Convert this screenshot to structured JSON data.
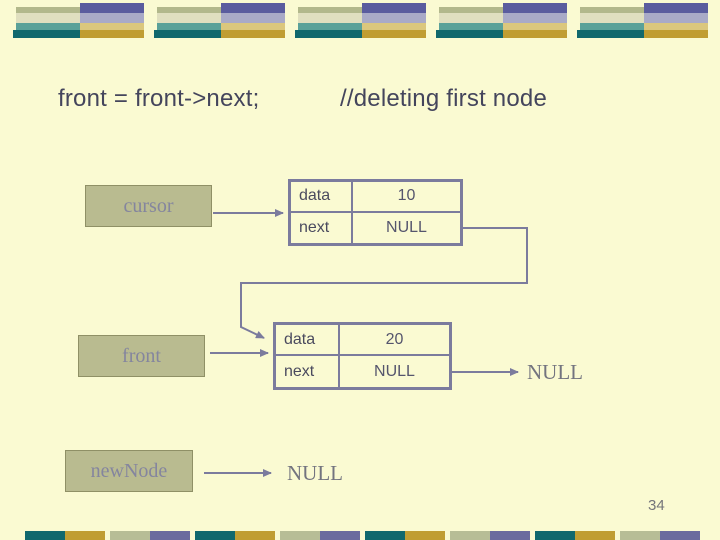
{
  "title": {
    "code": "front = front->next;",
    "comment": "//deleting first node"
  },
  "pointers": {
    "cursor": {
      "label": "cursor"
    },
    "front": {
      "label": "front"
    },
    "newNode": {
      "label": "newNode"
    }
  },
  "node1": {
    "rows": [
      {
        "label": "data",
        "value": "10"
      },
      {
        "label": "next",
        "value": "NULL"
      }
    ]
  },
  "node2": {
    "rows": [
      {
        "label": "data",
        "value": "20"
      },
      {
        "label": "next",
        "value": "NULL"
      }
    ]
  },
  "null_labels": {
    "after_node2": "NULL",
    "after_newnode": "NULL"
  },
  "footer": {
    "page_number": "34"
  },
  "colors": {
    "background": "#fafad2",
    "line": "#7b7b9d",
    "box_fill": "#b9bb90",
    "box_border": "#8f9066",
    "box_text": "#84859e",
    "title_text": "#44455c",
    "table_text": "#4a4a5e",
    "decor": {
      "purple": "#5a5c9e",
      "lavender": "#a9aac7",
      "cream": "#e0dfbf",
      "olive": "#b2b88b",
      "seafoam": "#5aa199",
      "dark_teal": "#10686d",
      "light_gold": "#dbc77d",
      "gold": "#c09d32",
      "sage": "#b7bd96",
      "bottom_purple": "#6a6b9e"
    }
  }
}
